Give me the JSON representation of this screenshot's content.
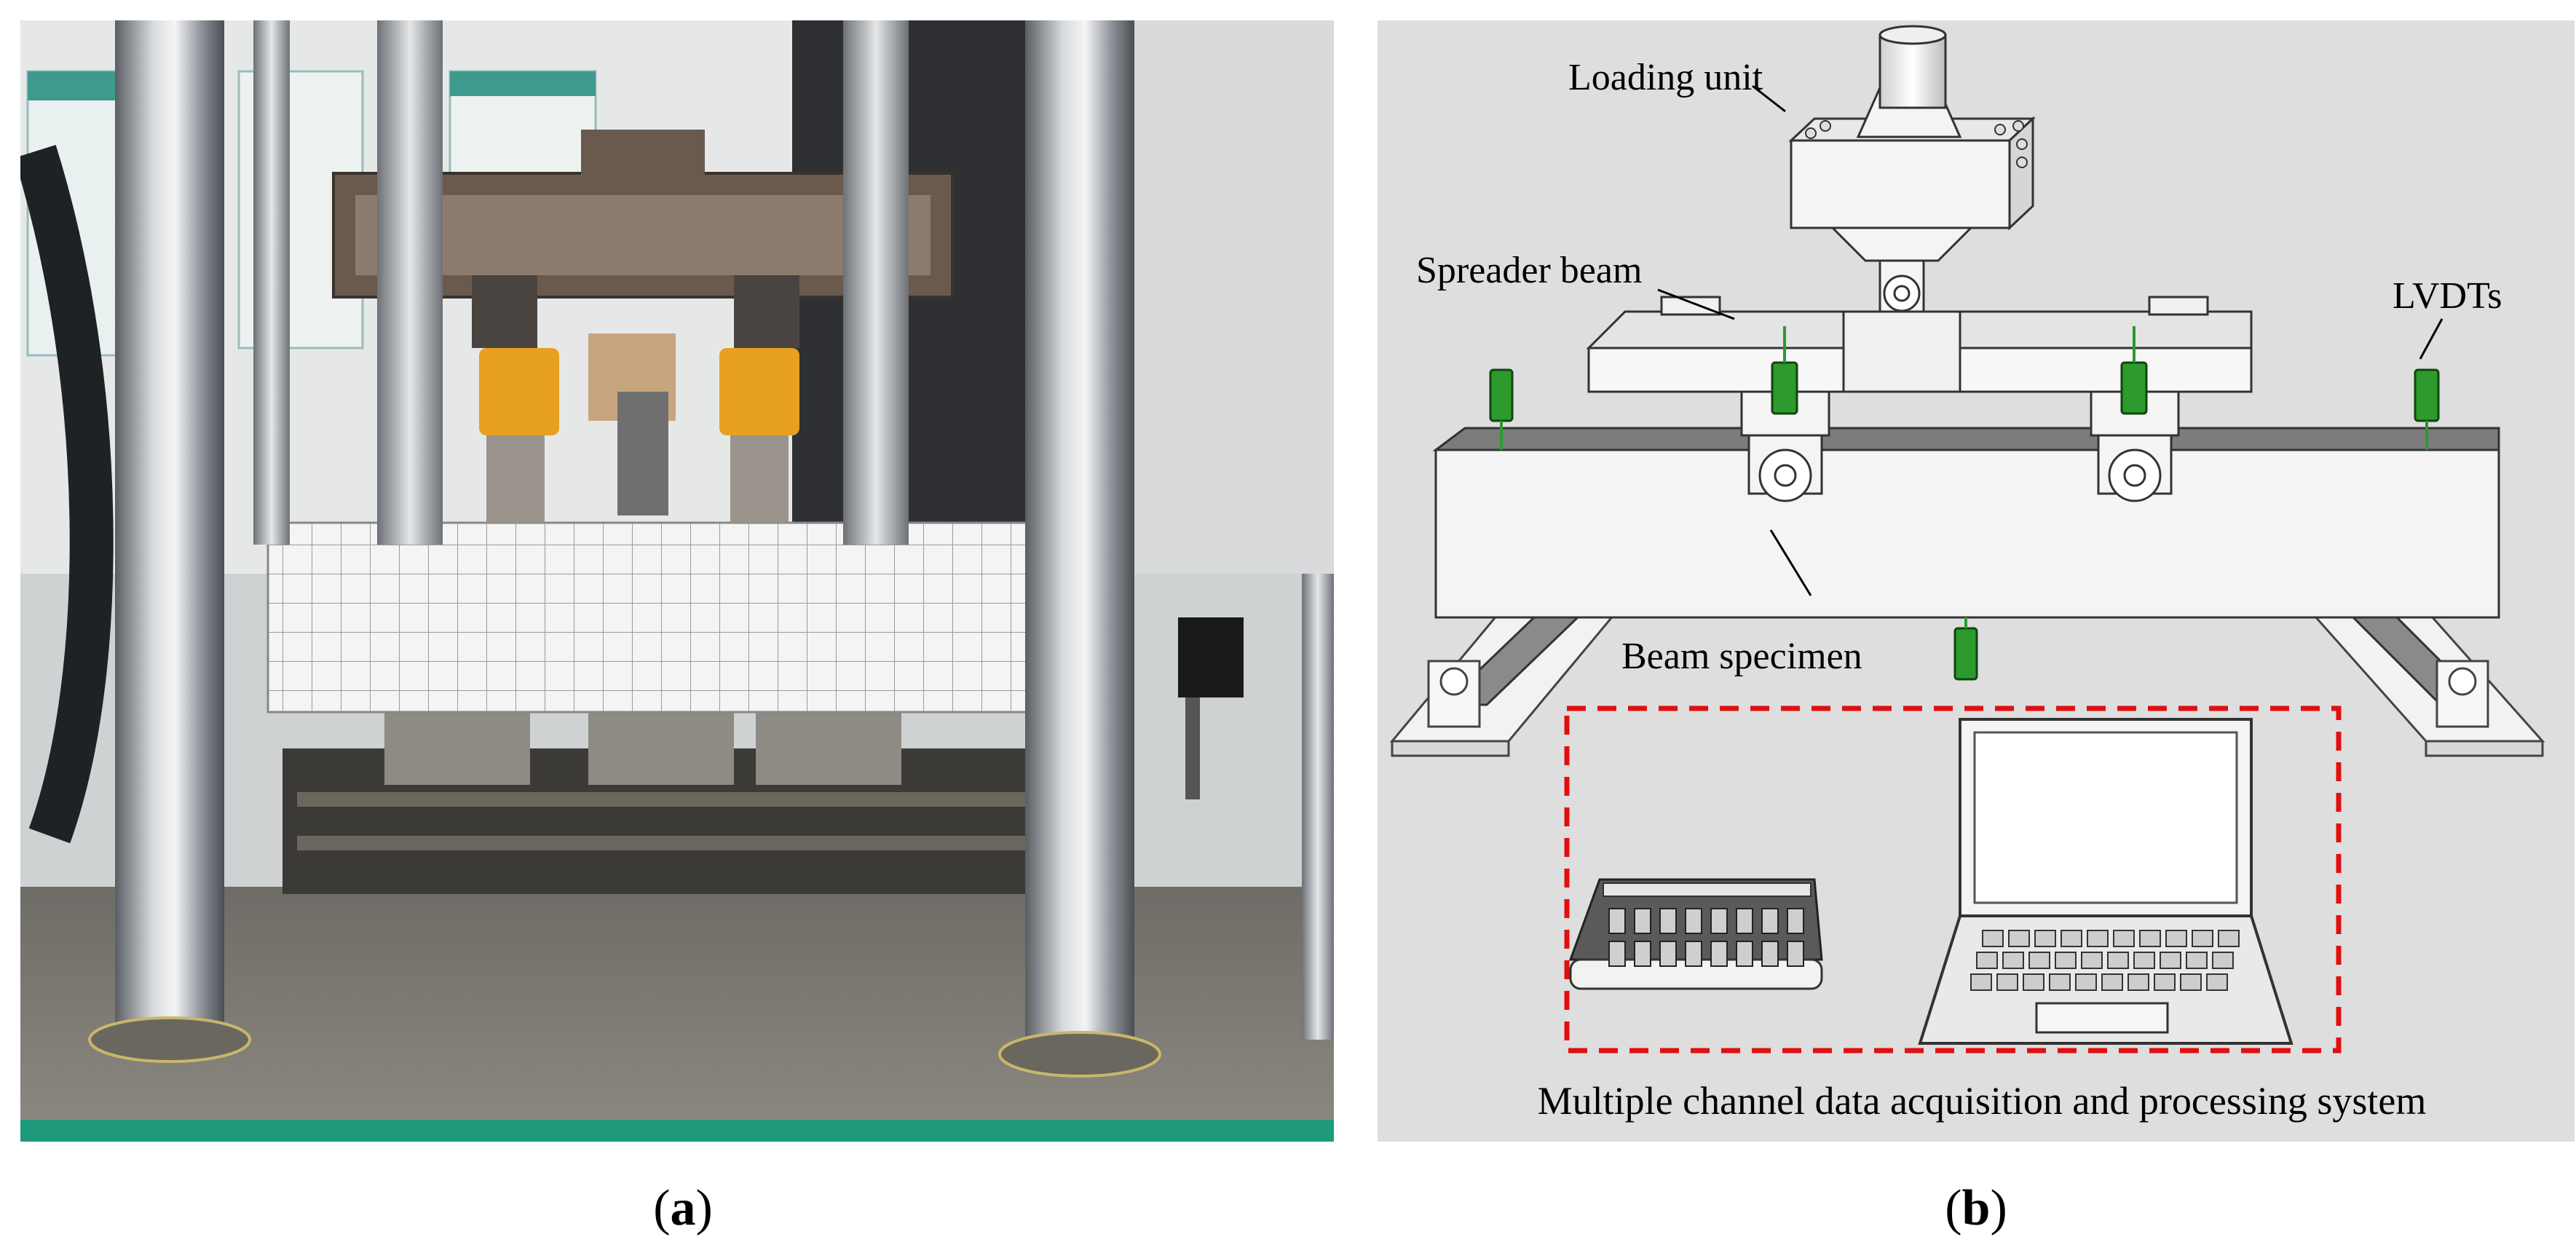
{
  "panels": [
    {
      "id": "a",
      "caption": "a"
    },
    {
      "id": "b",
      "caption": "b"
    }
  ],
  "diagram": {
    "labels": {
      "loading_unit": "Loading unit",
      "spreader_beam": "Spreader beam",
      "lvdts": "LVDTs",
      "beam_specimen": "Beam specimen",
      "daq_system": "Multiple channel data acquisition and processing system"
    }
  },
  "colors": {
    "diagram_background": "#dedede",
    "daq_box_outline": "#e01010",
    "lvdt_green": "#2c9a2c",
    "actuator_orange": "#e8a020",
    "machine_base_green": "#1e9a7a"
  }
}
